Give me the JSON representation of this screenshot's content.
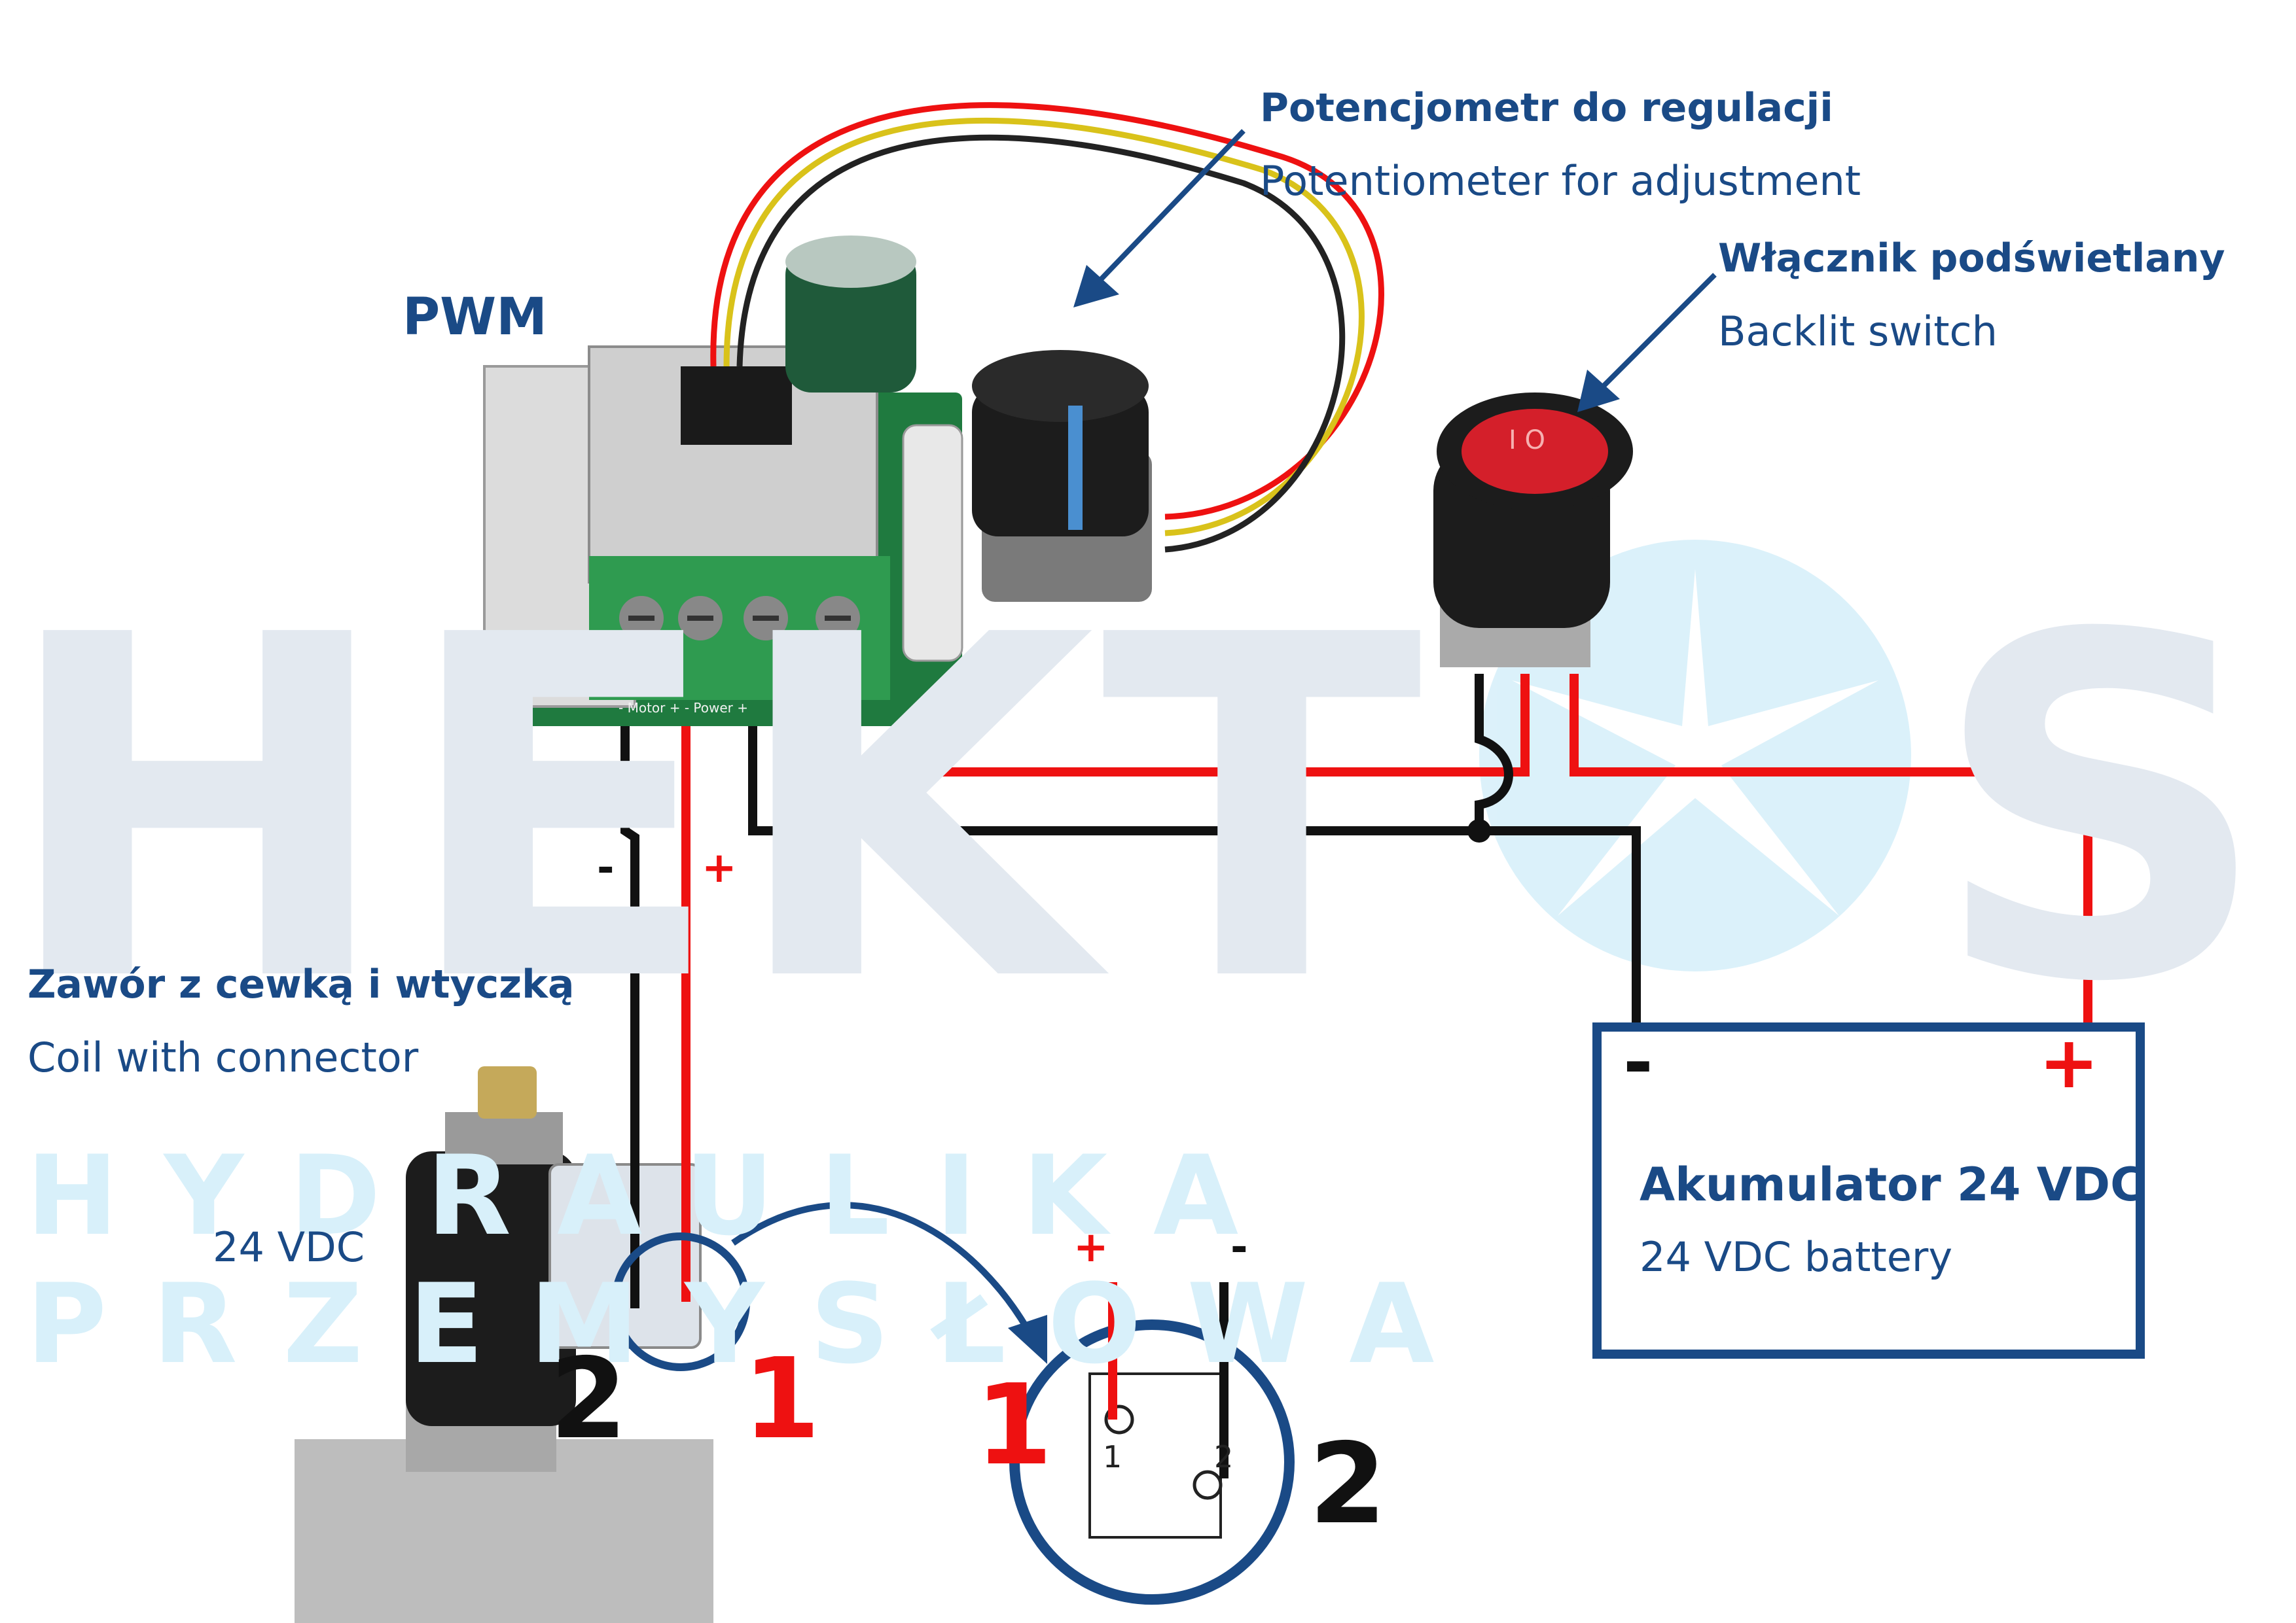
{
  "watermark": {
    "brand": "HEKT",
    "brand_end": "S",
    "tagline": "HYDRAULIKA PRZEMYSŁOWA"
  },
  "pwm": {
    "label": "PWM",
    "terminals": "-  Motor +    -  Power +"
  },
  "potentiometer": {
    "title": "Potencjometr do regulacji",
    "subtitle": "Potentiometer for adjustment"
  },
  "switch": {
    "title": "Włącznik podświetlany",
    "subtitle": "Backlit switch",
    "symbols": "I   O"
  },
  "valve": {
    "title": "Zawór z cewką i wtyczką",
    "subtitle": "Coil with connector",
    "voltage": "24 VDC",
    "neg_label": "-",
    "pos_label": "+",
    "pin_left": "2",
    "pin_right": "1"
  },
  "battery": {
    "title": "Akumulator 24 VDC",
    "subtitle": "24 VDC battery",
    "neg": "-",
    "pos": "+"
  },
  "connector_detail": {
    "plus": "+",
    "minus": "-",
    "pin_left": "1",
    "pin_right": "2",
    "inner_1": "1",
    "inner_2": "2"
  },
  "colors": {
    "brand_blue": "#1a4a86",
    "wire_red": "#ee1111",
    "wire_black": "#111111",
    "watermark_gray": "#e3e9f0",
    "watermark_cyan": "#d8f0fa"
  }
}
